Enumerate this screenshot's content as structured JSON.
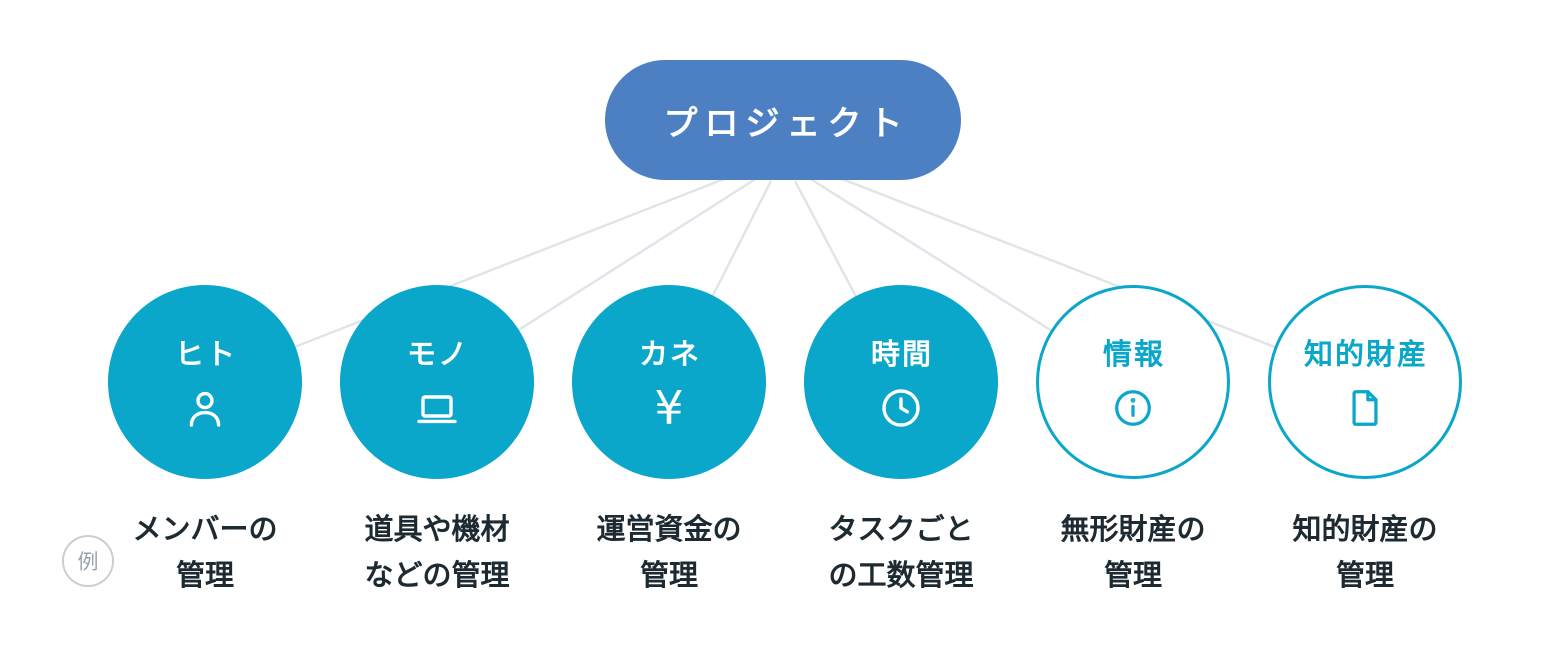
{
  "diagram": {
    "root": {
      "label": "プロジェクト"
    },
    "example_badge": {
      "label": "例"
    },
    "nodes": [
      {
        "title": "ヒト",
        "icon": "person-icon",
        "style": "filled",
        "caption": "メンバーの\n管理"
      },
      {
        "title": "モノ",
        "icon": "laptop-icon",
        "style": "filled",
        "caption": "道具や機材\nなどの管理"
      },
      {
        "title": "カネ",
        "icon": "yen-icon",
        "style": "filled",
        "symbol": "¥",
        "caption": "運営資金の\n管理"
      },
      {
        "title": "時間",
        "icon": "clock-icon",
        "style": "filled",
        "caption": "タスクごと\nの工数管理"
      },
      {
        "title": "情報",
        "icon": "info-icon",
        "style": "outline",
        "caption": "無形財産の\n管理"
      },
      {
        "title": "知的財産",
        "icon": "document-icon",
        "style": "outline",
        "caption": "知的財産の\n管理"
      }
    ],
    "colors": {
      "root_fill": "#4d80c2",
      "node_fill": "#0ba7ca",
      "node_outline": "#0ba7ca",
      "connector": "#dfe5ea",
      "caption_text": "#1e2a32",
      "badge_gray": "#9aa3ab"
    }
  }
}
